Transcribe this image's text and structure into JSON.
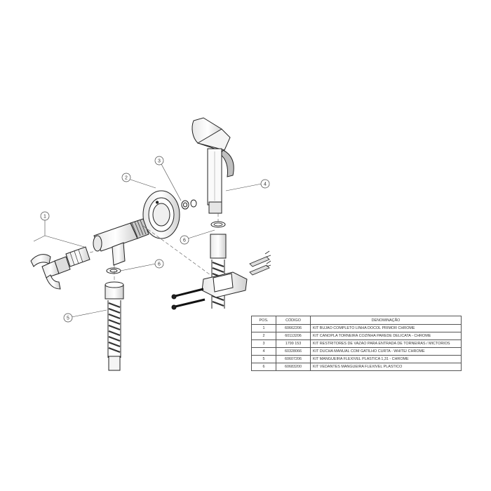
{
  "callouts": [
    "1",
    "2",
    "3",
    "4",
    "5",
    "6",
    "6"
  ],
  "table": {
    "headers": {
      "pos": "POS.",
      "code": "CÓDIGO",
      "description": "DENOMINAÇÃO"
    },
    "rows": [
      {
        "pos": "1",
        "code": "60662206",
        "description": "KIT BUJAO COMPLETO LINHA DOCOL PRIMOR CHROME"
      },
      {
        "pos": "2",
        "code": "60113206",
        "description": "KIT CANOPLA TORNEIRA COZINHA PAREDE DELICATA - CHROME"
      },
      {
        "pos": "3",
        "code": "1799 153",
        "description": "KIT RESTRITORES DE VAZAO PARA ENTRADA DE TORNEIRAS / MICTORIOS"
      },
      {
        "pos": "4",
        "code": "60328066",
        "description": "KIT DUCHA MANUAL COM GATILHO CURTA - WHITE/ CHROME"
      },
      {
        "pos": "5",
        "code": "60607206",
        "description": "KIT MANGUEIRA FLEXIVEL PLASTICA 1,31 - CHROME"
      },
      {
        "pos": "6",
        "code": "60683200",
        "description": "KIT VEDANTES MANGUEIRA FLEXIVEL PLASTICO"
      }
    ]
  }
}
